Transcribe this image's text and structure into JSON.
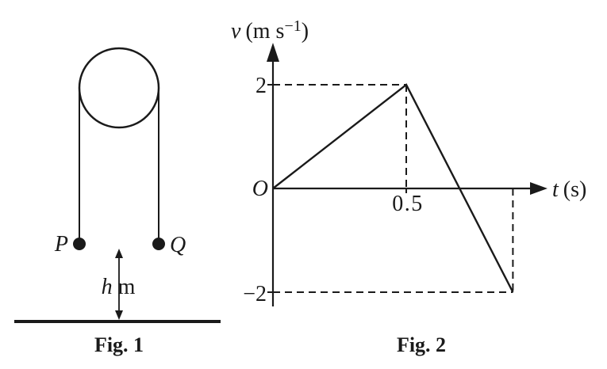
{
  "colors": {
    "ink": "#1a1a1a",
    "background": "#ffffff"
  },
  "figure1": {
    "caption": "Fig. 1",
    "label_p": "P",
    "label_q": "Q",
    "height_var": "h",
    "height_unit": "m"
  },
  "figure2": {
    "caption": "Fig. 2",
    "origin_label": "O",
    "ylabel_var": "v",
    "ylabel_unit_open": "(m s",
    "ylabel_sup": "−1",
    "ylabel_unit_close": ")",
    "xlabel_var": "t",
    "xlabel_unit": "(s)",
    "ytick_top": "2",
    "ytick_bottom": "−2",
    "xtick_mid": "0.5"
  },
  "chart_data": {
    "type": "line",
    "title": "",
    "xlabel": "t (s)",
    "ylabel": "v (m s⁻¹)",
    "xlim": [
      0,
      1.05
    ],
    "ylim": [
      -2.6,
      2.9
    ],
    "grid": false,
    "series": [
      {
        "name": "velocity",
        "points": [
          [
            0,
            0
          ],
          [
            0.5,
            2
          ],
          [
            0.9,
            -2
          ]
        ]
      }
    ],
    "xticks": [
      {
        "value": 0.5,
        "label": "0.5"
      }
    ],
    "yticks": [
      {
        "value": 2,
        "label": "2"
      },
      {
        "value": -2,
        "label": "−2"
      }
    ],
    "guides": [
      {
        "from": [
          0,
          2
        ],
        "to": [
          0.5,
          2
        ]
      },
      {
        "from": [
          0.5,
          2
        ],
        "to": [
          0.5,
          0
        ]
      },
      {
        "from": [
          0,
          -2
        ],
        "to": [
          0.9,
          -2
        ]
      },
      {
        "from": [
          0.9,
          0
        ],
        "to": [
          0.9,
          -2
        ]
      }
    ],
    "annotations": [
      "O"
    ]
  }
}
